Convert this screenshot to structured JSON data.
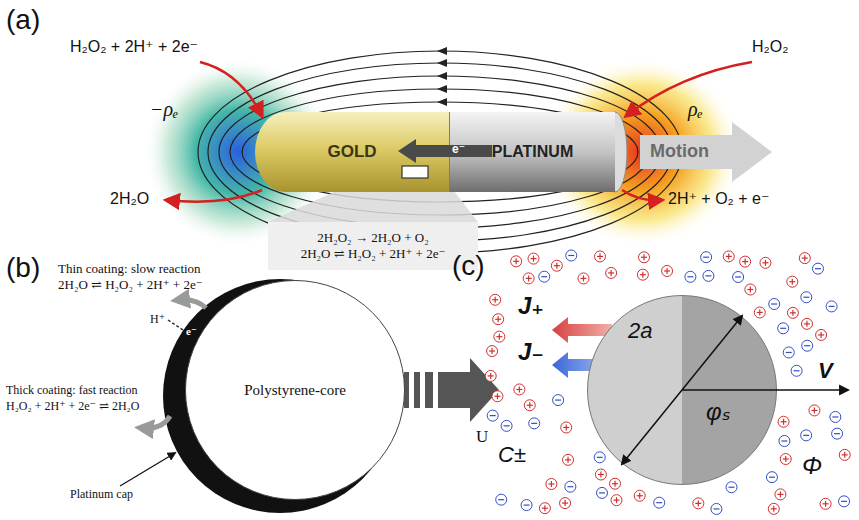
{
  "diagram": {
    "nodes": [
      {
        "text": [
          "GOLD"
        ]
      },
      {
        "text": [
          "PLATINUM"
        ]
      },
      {
        "text": [
          "Motion"
        ]
      },
      {
        "text": [
          "2H₂O₂ → 2H₂O + O₂",
          "2H₂O ⇌ H₂O₂ + 2H⁺ + 2e⁻"
        ]
      },
      {
        "text": [
          "Polystyrene-core"
        ]
      },
      {
        "text": [
          "2a",
          "φₛ"
        ]
      }
    ],
    "labels": [
      "(a)",
      "H₂O₂ + 2H⁺ + 2e⁻",
      "H₂O₂",
      "−ρₑ",
      "ρₑ",
      "e⁻",
      "2H₂O",
      "2H⁺ + O₂ + e⁻",
      "(b)",
      "Thin coating: slow reaction",
      "2H₂O ⇌ H₂O₂ + 2H⁺ + 2e⁻",
      "H⁺",
      "e⁻",
      "Thick coating: fast reaction",
      "H₂O₂ + 2H⁺ + 2e⁻ ⇌ 2H₂O",
      "Platinum cap",
      "U",
      "(c)",
      "J₊",
      "J₋",
      "C±",
      "V",
      "Φ"
    ]
  }
}
